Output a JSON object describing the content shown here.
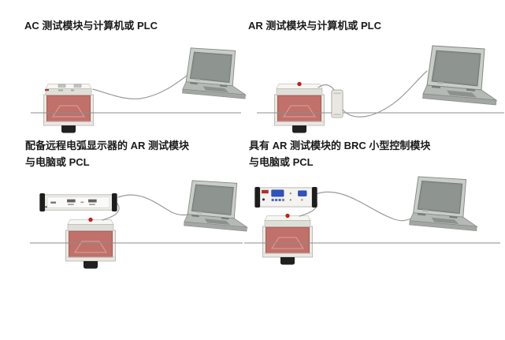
{
  "page": {
    "background": "#ffffff",
    "language": "zh-CN",
    "kind": "product-connection-diagrams"
  },
  "colors": {
    "module_red": "#c1706a",
    "module_red_border": "#9c544d",
    "led_red": "#cf1b15",
    "display_blue": "#2e52c0",
    "panel_gray": "#dfdfd9",
    "laptop_gray": "#b5b9b5",
    "cable_gray": "#9b9b9b",
    "rail_line_gray": "#8c8c8c",
    "end_cap_black": "#1d1d1d",
    "text_black": "#1a1a1a"
  },
  "diagrams": [
    {
      "name": "ac-module-with-computer",
      "title_line1": "AC 测试模块与计算机或 PLC",
      "parts": [
        "ac-test-module",
        "cable",
        "laptop",
        "mounting-rail"
      ]
    },
    {
      "name": "ar-module-with-computer",
      "title_line1": "AR 测试模块与计算机或 PLC",
      "parts": [
        "ar-test-module",
        "interface-adapter",
        "cable",
        "laptop",
        "mounting-rail"
      ]
    },
    {
      "name": "ar-module-with-remote-arc-display",
      "title_line1": "配备远程电弧显示器的 AR 测试模块",
      "title_line2": "与电脑或 PCL",
      "parts": [
        "remote-arc-display",
        "ar-test-module",
        "cables",
        "laptop",
        "mounting-rail"
      ]
    },
    {
      "name": "brc-control-module-with-ar-module",
      "title_line1": "具有 AR 测试模块的 BRC 小型控制模块",
      "title_line2": "与电脑或 PCL",
      "parts": [
        "brc-mini-control-module",
        "ar-test-module",
        "cables",
        "laptop",
        "mounting-rail"
      ]
    }
  ]
}
